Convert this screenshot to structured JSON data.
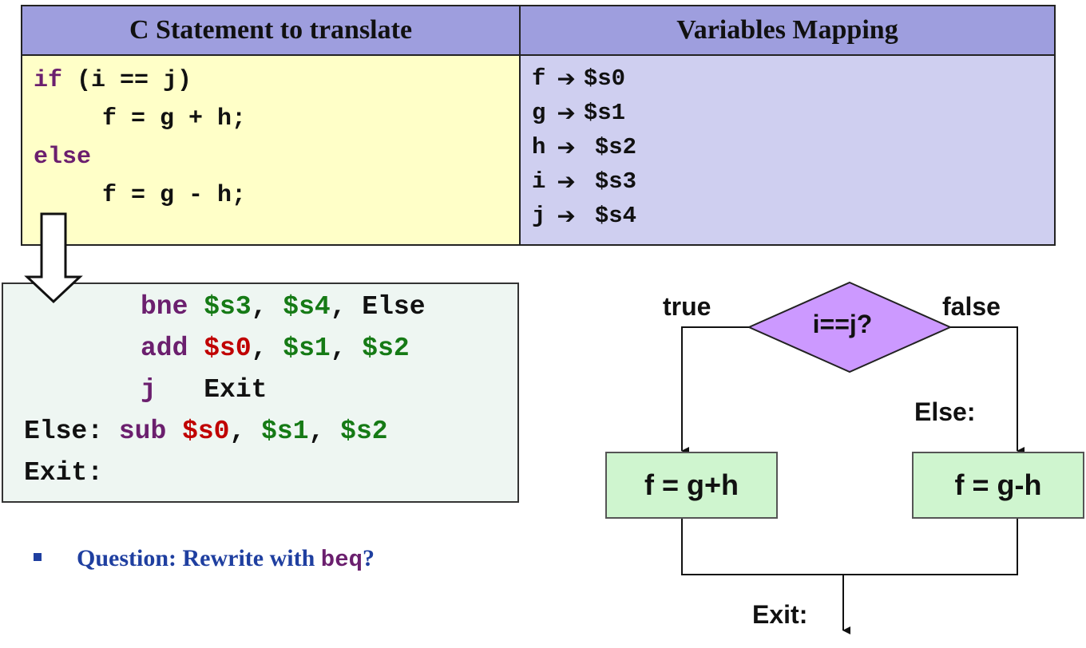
{
  "table": {
    "header_left": "C Statement to translate",
    "header_right": "Variables Mapping",
    "c_code": {
      "line1_kw": "if",
      "line1_rest": " (i == j)",
      "line2": "f = g + h;",
      "line3_kw": "else",
      "line4": "f = g - h;"
    },
    "mapping": [
      {
        "var": "f",
        "reg": "$s0"
      },
      {
        "var": "g",
        "reg": "$s1"
      },
      {
        "var": "h",
        "reg": "$s2"
      },
      {
        "var": "i",
        "reg": "$s3"
      },
      {
        "var": "j",
        "reg": "$s4"
      }
    ]
  },
  "assembly": {
    "l1": {
      "op": "bne",
      "a": "$s3",
      "sep1": ", ",
      "b": "$s4",
      "sep2": ", ",
      "c": "Else"
    },
    "l2": {
      "op": "add",
      "a": "$s0",
      "sep1": ", ",
      "b": "$s1",
      "sep2": ", ",
      "c": "$s2"
    },
    "l3": {
      "op": "j",
      "target": "Exit"
    },
    "l4": {
      "label": "Else:",
      "op": "sub",
      "a": "$s0",
      "sep1": ", ",
      "b": "$s1",
      "sep2": ", ",
      "c": "$s2"
    },
    "l5": {
      "label": "Exit:"
    }
  },
  "question": {
    "text": "Question: Rewrite with ",
    "code": "beq",
    "end": "?"
  },
  "flowchart": {
    "condition": "i==j?",
    "true_label": "true",
    "false_label": "false",
    "else_label": "Else:",
    "left_box": "f = g+h",
    "right_box": "f = g-h",
    "exit_label": "Exit:"
  },
  "colors": {
    "header_bg": "#9e9ede",
    "c_code_bg": "#ffffc8",
    "mapping_bg": "#cfcff0",
    "asm_bg": "#eef6f2",
    "keyword": "#6b1f6e",
    "register_green": "#157a15",
    "register_red": "#c00000",
    "diamond_fill": "#cc99ff",
    "box_fill": "#cff5cf",
    "question_blue": "#1f3fa0"
  }
}
